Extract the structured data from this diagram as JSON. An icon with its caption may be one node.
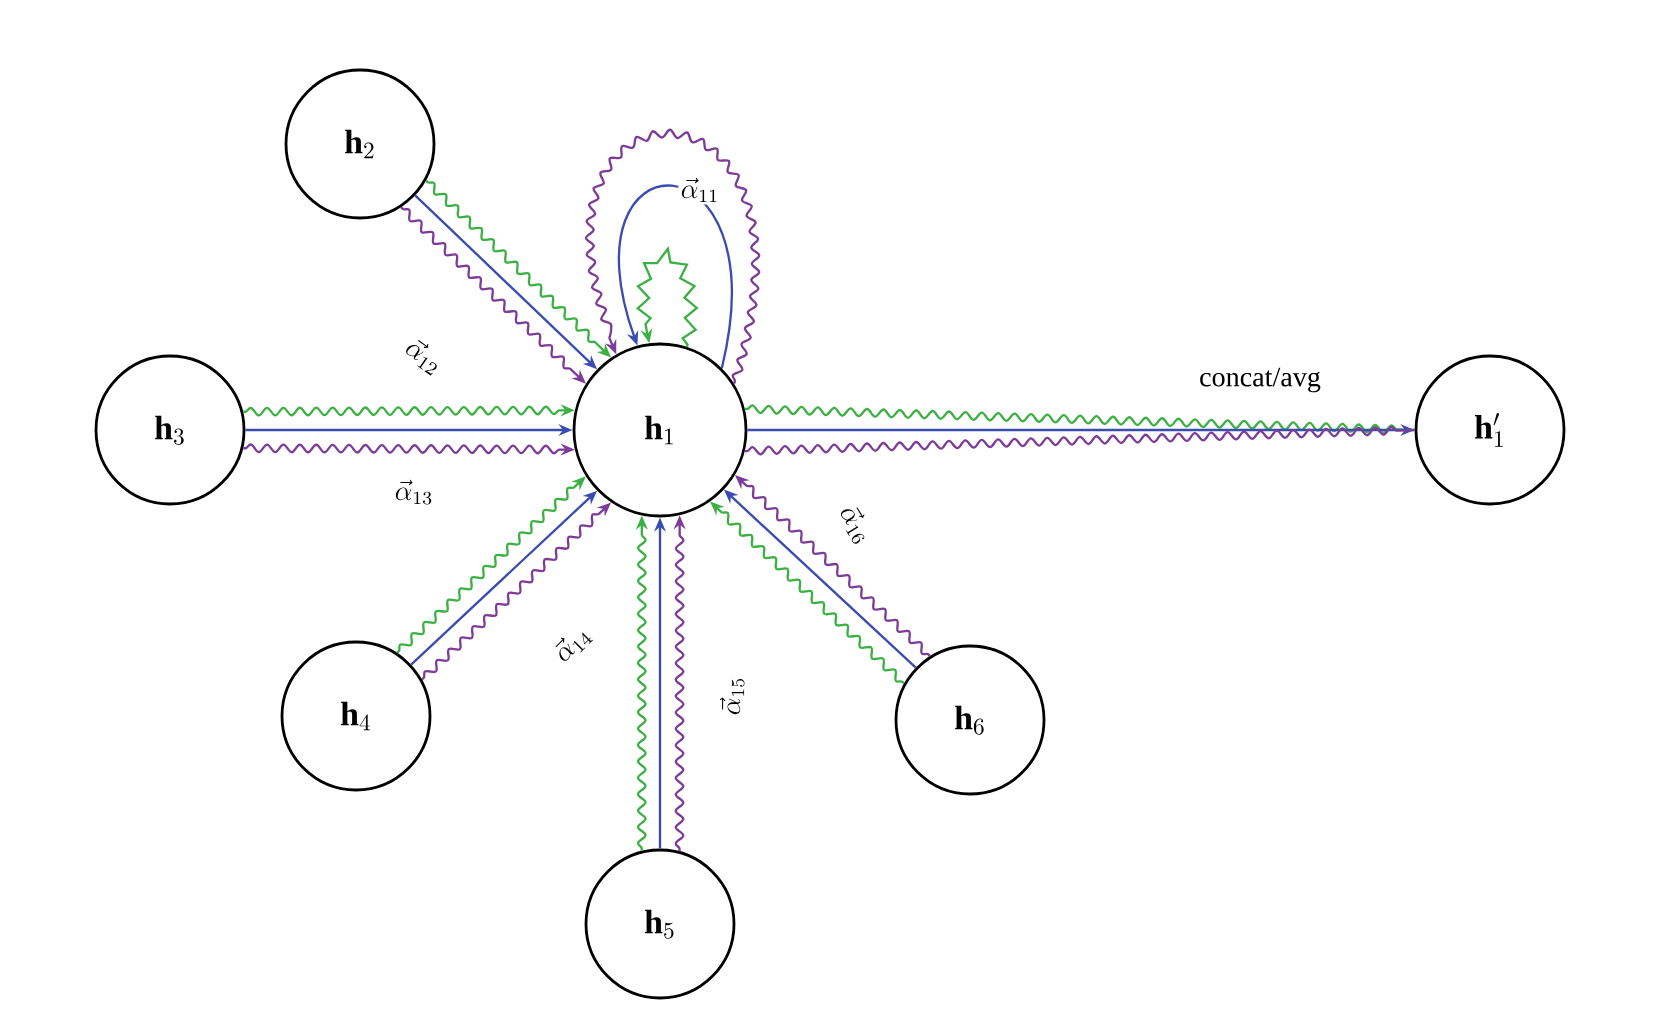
{
  "diagram": {
    "nodes": [
      {
        "text": [
          "\\mathbf{h}_1"
        ]
      },
      {
        "text": [
          "\\mathbf{h}_2"
        ]
      },
      {
        "text": [
          "\\mathbf{h}_3"
        ]
      },
      {
        "text": [
          "\\mathbf{h}_4"
        ]
      },
      {
        "text": [
          "\\mathbf{h}_5"
        ]
      },
      {
        "text": [
          "\\mathbf{h}_6"
        ]
      },
      {
        "text": [
          "\\mathbf{h}'_1"
        ]
      }
    ],
    "edges": [
      {
        "from": 1,
        "to": 0,
        "arrow": "to",
        "color": "#3cb043"
      },
      {
        "from": 1,
        "to": 0,
        "arrow": "to",
        "color": "#3a4cb0"
      },
      {
        "from": 1,
        "to": 0,
        "arrow": "to",
        "color": "#7d3c98",
        "label": "\\vec{\\alpha}_{12}"
      },
      {
        "from": 2,
        "to": 0,
        "arrow": "to",
        "color": "#3cb043"
      },
      {
        "from": 2,
        "to": 0,
        "arrow": "to",
        "color": "#3a4cb0"
      },
      {
        "from": 2,
        "to": 0,
        "arrow": "to",
        "color": "#7d3c98",
        "label": "\\vec{\\alpha}_{13}"
      },
      {
        "from": 3,
        "to": 0,
        "arrow": "to",
        "color": "#3cb043"
      },
      {
        "from": 3,
        "to": 0,
        "arrow": "to",
        "color": "#3a4cb0"
      },
      {
        "from": 3,
        "to": 0,
        "arrow": "to",
        "color": "#7d3c98",
        "label": "\\vec{\\alpha}_{14}"
      },
      {
        "from": 4,
        "to": 0,
        "arrow": "to",
        "color": "#3cb043"
      },
      {
        "from": 4,
        "to": 0,
        "arrow": "to",
        "color": "#3a4cb0"
      },
      {
        "from": 4,
        "to": 0,
        "arrow": "to",
        "color": "#7d3c98",
        "label": "\\vec{\\alpha}_{15}"
      },
      {
        "from": 5,
        "to": 0,
        "arrow": "to",
        "color": "#3cb043"
      },
      {
        "from": 5,
        "to": 0,
        "arrow": "to",
        "color": "#3a4cb0"
      },
      {
        "from": 5,
        "to": 0,
        "arrow": "to",
        "color": "#7d3c98",
        "label": "\\vec{\\alpha}_{16}"
      },
      {
        "from": 0,
        "to": 0,
        "arrow": "to",
        "color": "#3cb043"
      },
      {
        "from": 0,
        "to": 0,
        "arrow": "to",
        "color": "#3a4cb0"
      },
      {
        "from": 0,
        "to": 0,
        "arrow": "to",
        "color": "#7d3c98",
        "label": "\\vec{\\alpha}_{11}"
      },
      {
        "from": 0,
        "to": 6,
        "arrow": "none",
        "color": "#3cb043"
      },
      {
        "from": 0,
        "to": 6,
        "arrow": "to",
        "color": "#3a4cb0"
      },
      {
        "from": 0,
        "to": 6,
        "arrow": "none",
        "color": "#7d3c98",
        "label": "concat/avg"
      }
    ]
  }
}
